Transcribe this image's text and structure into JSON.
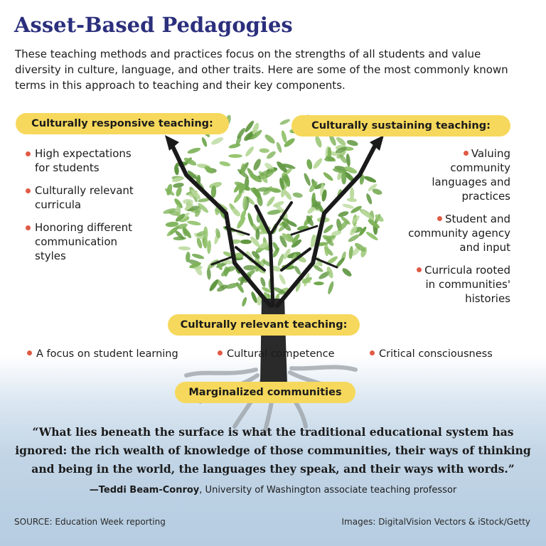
{
  "header": {
    "title": "Asset-Based Pedagogies",
    "intro": "These teaching methods and practices focus on the strengths of all students and value diversity in culture, language, and other traits. Here are some of the most commonly known terms in this approach to teaching and their key components."
  },
  "left": {
    "heading": "Culturally responsive teaching:",
    "items": [
      {
        "line1": "High expectations",
        "line2": "for students"
      },
      {
        "line1": "Culturally relevant",
        "line2": "curricula"
      },
      {
        "line1": "Honoring different",
        "line2": "communication",
        "line3": "styles"
      }
    ]
  },
  "right": {
    "heading": "Culturally sustaining teaching:",
    "items": [
      {
        "line1": "Valuing",
        "line2": "community",
        "line3": "languages and",
        "line4": "practices"
      },
      {
        "line1": "Student and",
        "line2": "community agency",
        "line3": "and input"
      },
      {
        "line1": "Curricula rooted",
        "line2": "in communities'",
        "line3": "histories"
      }
    ]
  },
  "center": {
    "heading": "Culturally relevant teaching:",
    "items": [
      "A focus on student learning",
      "Cultural competence",
      "Critical consciousness"
    ]
  },
  "roots": {
    "label": "Marginalized communities"
  },
  "quote": {
    "line1": "“What lies beneath the surface is what the traditional educational system has",
    "line2": "ignored: the rich wealth of knowledge of those communities, their ways of thinking",
    "line3": "and being in the world, the languages they speak, and their ways with words.”",
    "author": "—Teddi Beam-Conroy",
    "author_title": ", University of Washington associate teaching professor"
  },
  "footer": {
    "source": "SOURCE: Education Week reporting",
    "credit": "Images: DigitalVision Vectors & iStock/Getty"
  },
  "colors": {
    "title": "#2b2f7c",
    "pill": "#f6d85c",
    "bullet": "#e05a45",
    "leaf": "#7fb35a",
    "trunk": "#2a2a2a",
    "sky_bottom": "#b5cce1"
  }
}
